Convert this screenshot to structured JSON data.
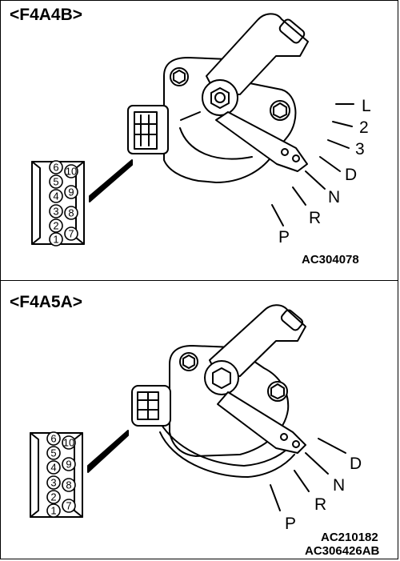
{
  "panels": [
    {
      "title": "<F4A4B>",
      "codes": [
        "AC304078"
      ],
      "positions": [
        "L",
        "2",
        "3",
        "D",
        "N",
        "R",
        "P"
      ],
      "connector_pins": [
        [
          "6",
          "10"
        ],
        [
          "5",
          "9"
        ],
        [
          "4",
          ""
        ],
        [
          "3",
          "8"
        ],
        [
          "2",
          ""
        ],
        [
          "1",
          "7"
        ]
      ]
    },
    {
      "title": "<F4A5A>",
      "codes": [
        "AC210182",
        "AC306426AB"
      ],
      "positions": [
        "D",
        "N",
        "R",
        "P"
      ],
      "connector_pins": [
        [
          "6",
          "10"
        ],
        [
          "5",
          "9"
        ],
        [
          "4",
          ""
        ],
        [
          "3",
          "8"
        ],
        [
          "2",
          ""
        ],
        [
          "1",
          "7"
        ]
      ]
    }
  ]
}
